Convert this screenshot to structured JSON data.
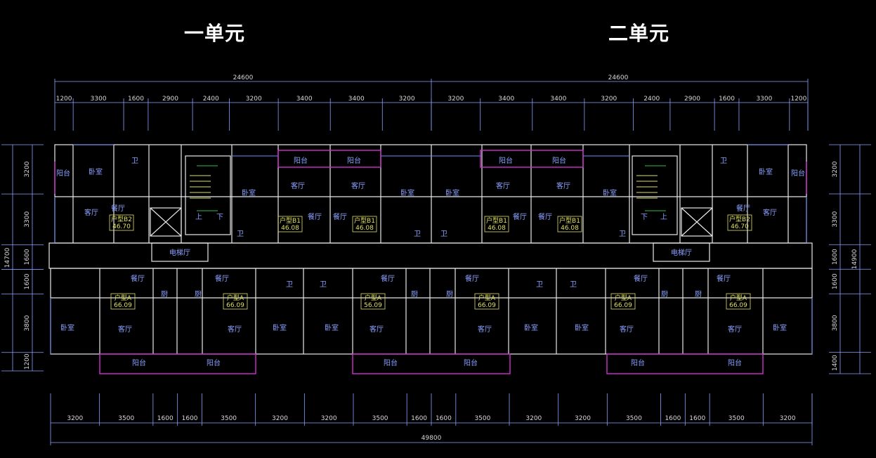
{
  "titles": {
    "unit1": "一单元",
    "unit2": "二单元"
  },
  "top_dims": {
    "total_left": "24600",
    "total_right": "24600",
    "segments": [
      "1200",
      "3300",
      "1600",
      "2900",
      "2400",
      "3200",
      "3400",
      "3400",
      "3200",
      "3200",
      "3400",
      "3400",
      "3200",
      "2400",
      "2900",
      "1600",
      "3300",
      "1200"
    ]
  },
  "bottom_dims": {
    "total": "49800",
    "segments": [
      "3200",
      "3500",
      "1600",
      "1600",
      "3500",
      "3200",
      "3200",
      "3500",
      "1600",
      "1600",
      "3500",
      "3200",
      "3200",
      "3500",
      "1600",
      "1600",
      "3500",
      "3200"
    ]
  },
  "left_dims": {
    "total": "14700",
    "segments": [
      "3200",
      "3300",
      "1600",
      "1600",
      "3800",
      "1200"
    ]
  },
  "right_dims": {
    "total": "14900",
    "segments": [
      "3200",
      "3300",
      "1600",
      "1600",
      "3800",
      "1400"
    ]
  },
  "labels": {
    "balcony": "阳台",
    "bedroom": "卧室",
    "living": "客厅",
    "dining": "餐厅",
    "kitchen": "厨",
    "toilet": "卫",
    "elevator_hall": "电梯厅",
    "up": "上",
    "down": "下"
  },
  "unit_types": {
    "a": "户型A",
    "a_area": "66.09",
    "a_area_alt": "56.09",
    "b1": "户型B1",
    "b1_area": "46.08",
    "b2": "户型B2",
    "b2_area": "46.70"
  }
}
